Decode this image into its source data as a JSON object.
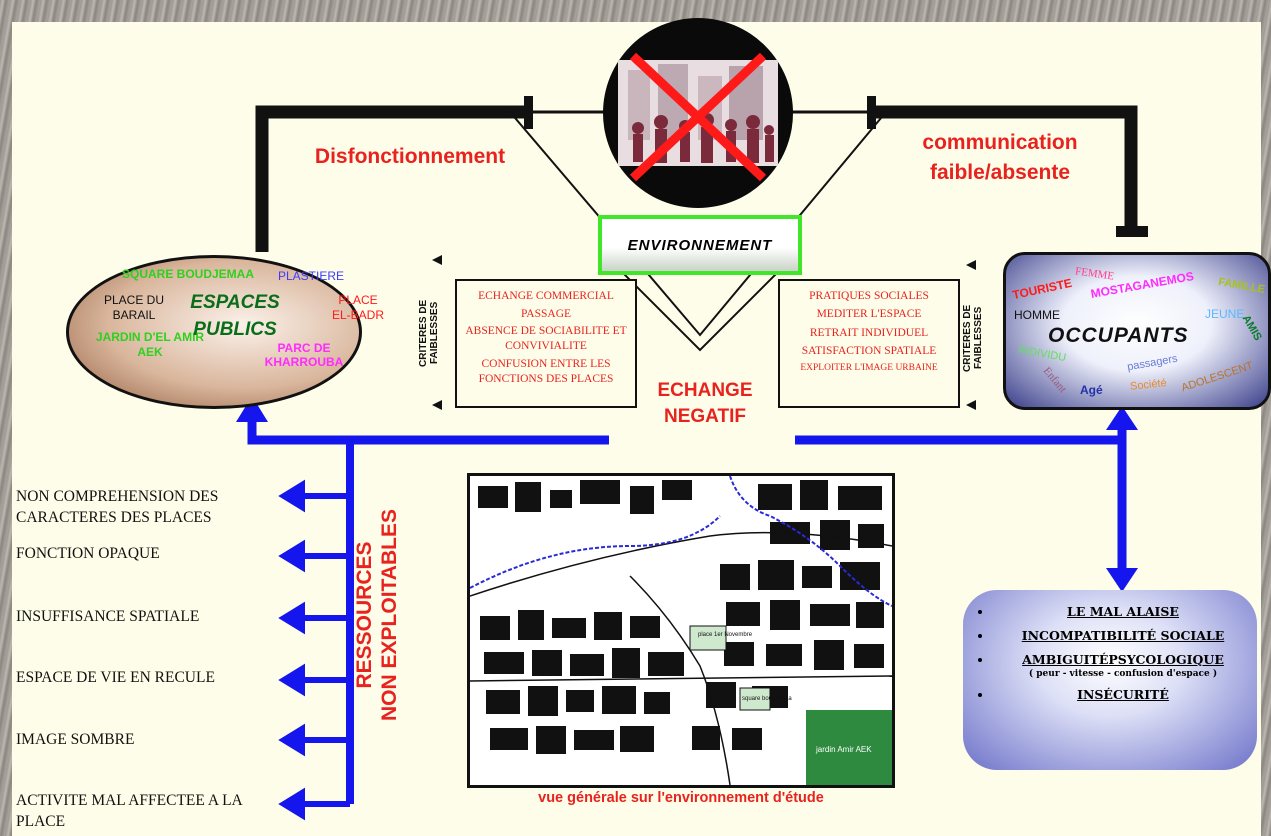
{
  "labels": {
    "disfonctionnement": "Disfonctionnement",
    "communication": "communication faible/absente",
    "environnement": "ENVIRONNEMENT",
    "echange": "ECHANGE NEGATIF",
    "ressources_1": "RESSOURCES",
    "ressources_2": "NON EXPLOITABLES",
    "caption": "vue générale sur l'environnement d'étude",
    "criteres": "CRITERES DE FAIBLESSES"
  },
  "espaces": {
    "title_1": "ESPACES",
    "title_2": "PUBLICS",
    "places": [
      {
        "text": "SQUARE BOUDJEMAA",
        "color": "#2fd01f"
      },
      {
        "text": "PLASTIERE",
        "color": "#3c3cff"
      },
      {
        "text": "PLACE DU BARAIL",
        "color": "#111111"
      },
      {
        "text": "PLACE EL-BADR",
        "color": "#ff1a1a"
      },
      {
        "text": "JARDIN D'EL AMIR AEK",
        "color": "#2fd01f"
      },
      {
        "text": "PARC DE KHARROUBA",
        "color": "#ff2bff"
      }
    ],
    "title_color": "#0a6d1a"
  },
  "occupants": {
    "title": "OCCUPANTS",
    "words": [
      {
        "text": "TOURISTE",
        "color": "#ff1a1a"
      },
      {
        "text": "FEMME",
        "color": "#ff3d8c"
      },
      {
        "text": "MOSTAGANEMOS",
        "color": "#ff2bff"
      },
      {
        "text": "FAMILLE",
        "color": "#a8c21a"
      },
      {
        "text": "JEUNE",
        "color": "#5ab8ff"
      },
      {
        "text": "HOMME",
        "color": "#111111"
      },
      {
        "text": "AMIS",
        "color": "#0a7a2a"
      },
      {
        "text": "INDIVIDU",
        "color": "#5fe05a"
      },
      {
        "text": "passagers",
        "color": "#6b7bd6"
      },
      {
        "text": "Enfant",
        "color": "#9a5a7a"
      },
      {
        "text": "Agé",
        "color": "#2233aa"
      },
      {
        "text": "Société",
        "color": "#e88a2a"
      },
      {
        "text": "ADOLESCENT",
        "color": "#b8742a"
      }
    ]
  },
  "criteres_left": [
    "ECHANGE COMMERCIAL",
    "PASSAGE",
    "ABSENCE DE SOCIABILITE ET CONVIVIALITE",
    "CONFUSION ENTRE LES FONCTIONS DES PLACES"
  ],
  "criteres_right": [
    "PRATIQUES SOCIALES",
    "MEDITER L'ESPACE",
    "RETRAIT INDIVIDUEL",
    "SATISFACTION SPATIALE",
    "EXPLOITER L'IMAGE URBAINE"
  ],
  "ressources_items": [
    "NON COMPREHENSION DES CARACTERES DES PLACES",
    "FONCTION OPAQUE",
    "INSUFFISANCE SPATIALE",
    "ESPACE DE VIE EN RECULE",
    "IMAGE SOMBRE",
    "ACTIVITE MAL AFFECTEE A LA PLACE"
  ],
  "consequences": {
    "items": [
      "LE MAL ALAISE",
      "INCOMPATIBILITÉ SOCIALE",
      "AMBIGUITÉPSYCOLOGIQUE",
      "INSÉCURITÉ"
    ],
    "sub_note": "( peur - vitesse - confusion d'espace )"
  },
  "map_labels": {
    "place": "place 1er Novembre",
    "square": "square boudjemaa",
    "jardin": "jardin Amir AEK"
  },
  "colors": {
    "accent_red": "#e8231f",
    "arrow_blue": "#1515ee",
    "env_green": "#3fe62a"
  }
}
